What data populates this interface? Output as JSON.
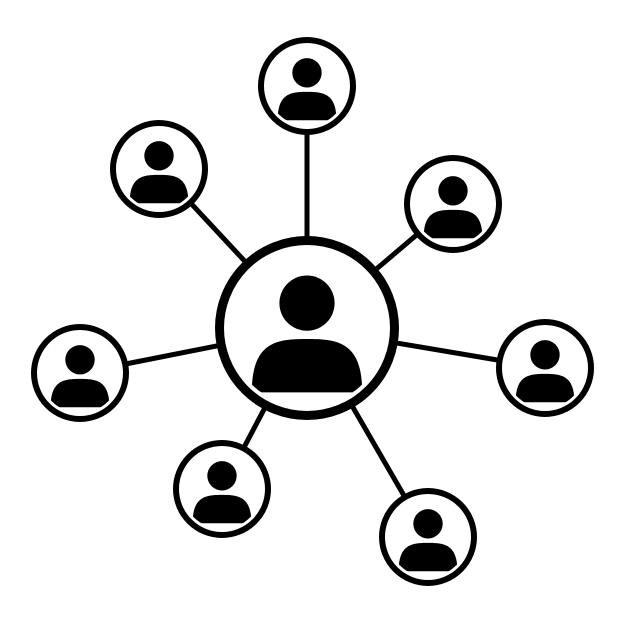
{
  "diagram": {
    "type": "network",
    "description_text": "",
    "colors": {
      "stroke": "#000000",
      "fill": "#000000",
      "background": "#ffffff"
    },
    "center_node": {
      "id": "center",
      "icon": "user-icon"
    },
    "satellite_nodes": [
      {
        "id": "top",
        "icon": "user-icon"
      },
      {
        "id": "upper-left",
        "icon": "user-icon"
      },
      {
        "id": "upper-right",
        "icon": "user-icon"
      },
      {
        "id": "left",
        "icon": "user-icon"
      },
      {
        "id": "right",
        "icon": "user-icon"
      },
      {
        "id": "lower-left",
        "icon": "user-icon"
      },
      {
        "id": "lower-right",
        "icon": "user-icon"
      }
    ],
    "links": [
      {
        "from": "center",
        "to": "top"
      },
      {
        "from": "center",
        "to": "upper-left"
      },
      {
        "from": "center",
        "to": "upper-right"
      },
      {
        "from": "center",
        "to": "left"
      },
      {
        "from": "center",
        "to": "right"
      },
      {
        "from": "center",
        "to": "lower-left"
      },
      {
        "from": "center",
        "to": "lower-right"
      }
    ]
  }
}
